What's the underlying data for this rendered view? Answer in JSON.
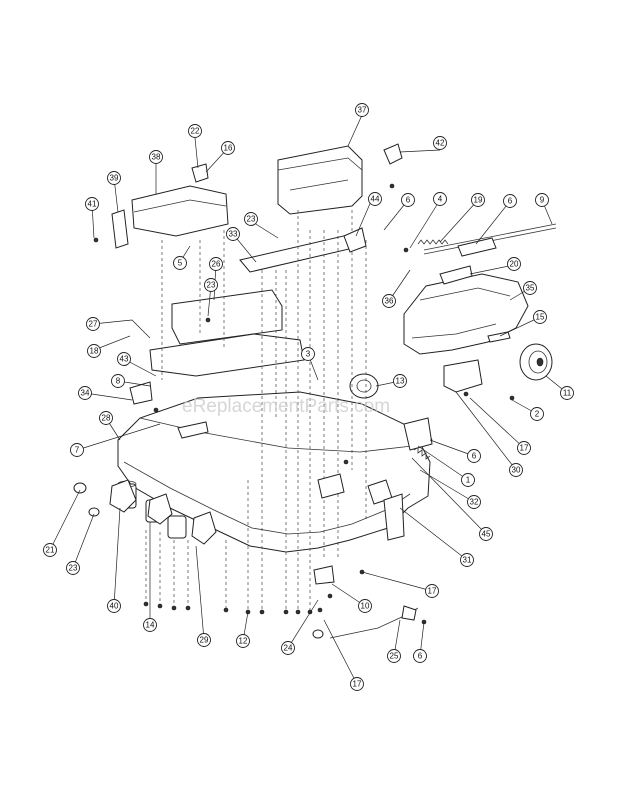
{
  "watermark": "eReplacementParts.com",
  "callouts": [
    {
      "label": "37"
    },
    {
      "label": "22"
    },
    {
      "label": "16"
    },
    {
      "label": "38"
    },
    {
      "label": "42"
    },
    {
      "label": "39"
    },
    {
      "label": "41"
    },
    {
      "label": "44"
    },
    {
      "label": "6"
    },
    {
      "label": "4"
    },
    {
      "label": "19"
    },
    {
      "label": "6"
    },
    {
      "label": "9"
    },
    {
      "label": "23"
    },
    {
      "label": "33"
    },
    {
      "label": "5"
    },
    {
      "label": "26"
    },
    {
      "label": "20"
    },
    {
      "label": "36"
    },
    {
      "label": "23"
    },
    {
      "label": "35"
    },
    {
      "label": "27"
    },
    {
      "label": "15"
    },
    {
      "label": "18"
    },
    {
      "label": "3"
    },
    {
      "label": "43"
    },
    {
      "label": "8"
    },
    {
      "label": "13"
    },
    {
      "label": "11"
    },
    {
      "label": "34"
    },
    {
      "label": "2"
    },
    {
      "label": "28"
    },
    {
      "label": "17"
    },
    {
      "label": "7"
    },
    {
      "label": "6"
    },
    {
      "label": "30"
    },
    {
      "label": "1"
    },
    {
      "label": "32"
    },
    {
      "label": "45"
    },
    {
      "label": "31"
    },
    {
      "label": "21"
    },
    {
      "label": "23"
    },
    {
      "label": "17"
    },
    {
      "label": "40"
    },
    {
      "label": "10"
    },
    {
      "label": "14"
    },
    {
      "label": "29"
    },
    {
      "label": "12"
    },
    {
      "label": "24"
    },
    {
      "label": "25"
    },
    {
      "label": "6"
    },
    {
      "label": "17"
    }
  ]
}
